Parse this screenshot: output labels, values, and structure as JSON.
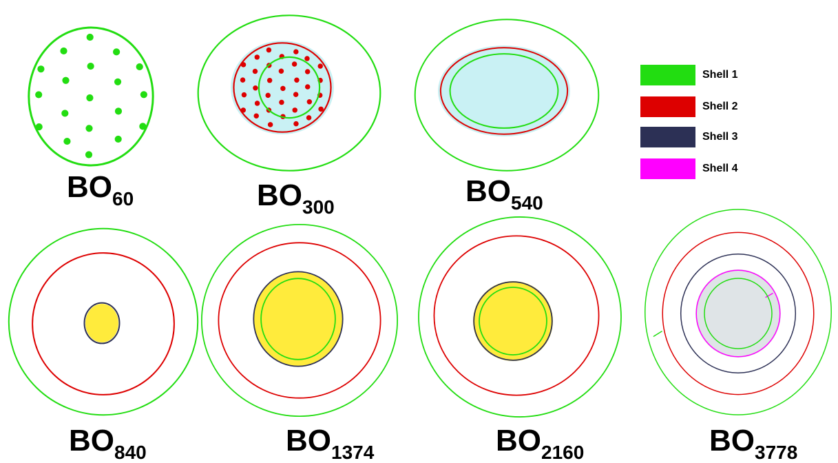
{
  "colors": {
    "shell1": "#22dd11",
    "shell2": "#dd0000",
    "shell3": "#2c3055",
    "shell4": "#ff00ff",
    "inner_cyan": "#bfeff2",
    "inner_yellow": "#ffe81a",
    "inner_gray": "#d9dfe3"
  },
  "panels": [
    {
      "id": "bo60",
      "label_main": "BO",
      "label_sub": "60",
      "shells": 1,
      "core": "none"
    },
    {
      "id": "bo300",
      "label_main": "BO",
      "label_sub": "300",
      "shells": 2,
      "core": "cyan"
    },
    {
      "id": "bo540",
      "label_main": "BO",
      "label_sub": "540",
      "shells": 2,
      "core": "cyan"
    },
    {
      "id": "bo840",
      "label_main": "BO",
      "label_sub": "840",
      "shells": 3,
      "core": "yellow"
    },
    {
      "id": "bo1374",
      "label_main": "BO",
      "label_sub": "1374",
      "shells": 3,
      "core": "yellow"
    },
    {
      "id": "bo2160",
      "label_main": "BO",
      "label_sub": "2160",
      "shells": 3,
      "core": "yellow"
    },
    {
      "id": "bo3778",
      "label_main": "BO",
      "label_sub": "3778",
      "shells": 4,
      "core": "gray"
    }
  ],
  "legend": [
    {
      "label": "Shell 1",
      "color": "#22dd11"
    },
    {
      "label": "Shell 2",
      "color": "#dd0000"
    },
    {
      "label": "Shell 3",
      "color": "#2c3055"
    },
    {
      "label": "Shell 4",
      "color": "#ff00ff"
    }
  ]
}
